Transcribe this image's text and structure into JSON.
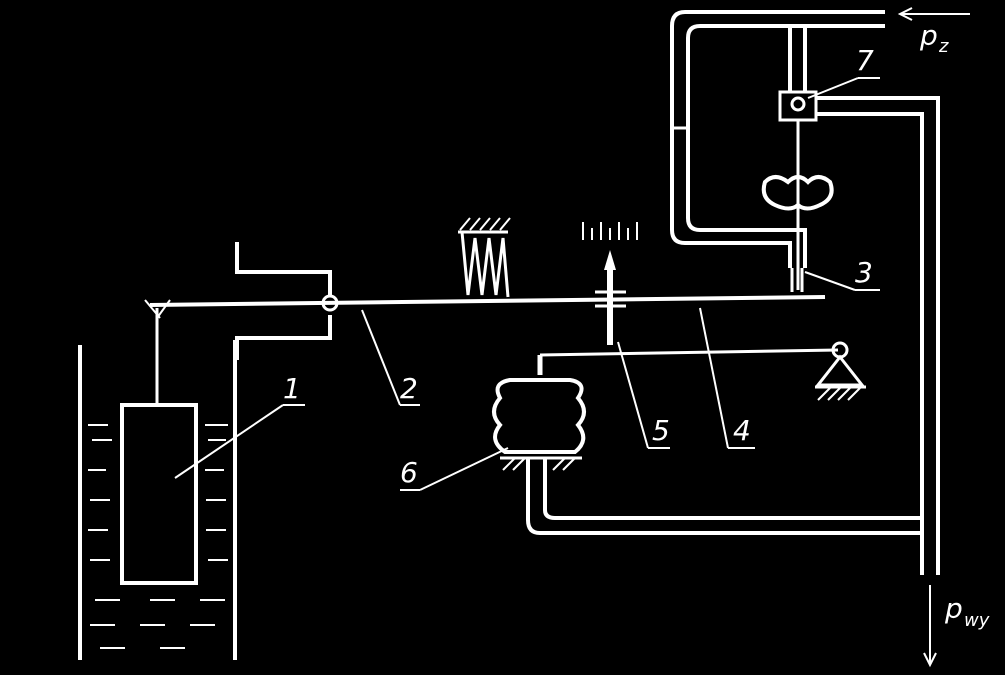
{
  "diagram": {
    "labels": {
      "n1": "1",
      "n2": "2",
      "n3": "3",
      "n4": "4",
      "n5": "5",
      "n6": "6",
      "n7": "7"
    },
    "signals": {
      "input_main": "p",
      "input_sub": "z",
      "output_main": "p",
      "output_sub": "wy"
    }
  }
}
